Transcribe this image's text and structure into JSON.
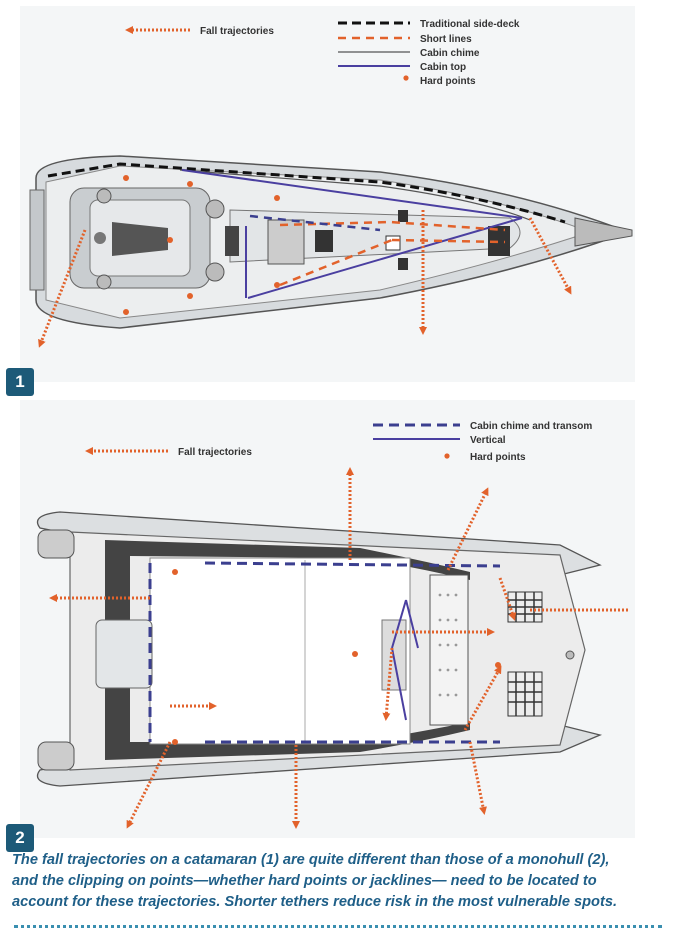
{
  "figure1": {
    "number": "1",
    "legend": {
      "fall_trajectories": "Fall trajectories",
      "traditional_side_deck": "Traditional side-deck",
      "short_lines": "Short lines",
      "cabin_chime": "Cabin chime",
      "cabin_top": "Cabin top",
      "hard_points": "Hard points"
    }
  },
  "figure2": {
    "number": "2",
    "legend": {
      "fall_trajectories": "Fall trajectories",
      "cabin_chime_and_transom": "Cabin chime and transom",
      "vertical": "Vertical",
      "hard_points": "Hard points"
    }
  },
  "caption": {
    "line1": "The fall trajectories on a catamaran (1) are quite different than those of a monohull (2),",
    "line2": "and the clipping on points—whether hard points or jacklines— need to be located to",
    "line3": "account for these trajectories. Shorter tethers reduce risk in the most vulnerable spots."
  },
  "colors": {
    "trajectory": "#e2622b",
    "side_deck": "#111111",
    "cabin_chime": "#3b3f8f",
    "cabin_top": "#4a3fa0",
    "caption": "#1f5f88",
    "badge": "#1d5a78"
  },
  "icons": [
    "trajectory-arrow-icon",
    "hard-point-icon",
    "sailboat-hull-icon",
    "catamaran-hull-icon"
  ]
}
